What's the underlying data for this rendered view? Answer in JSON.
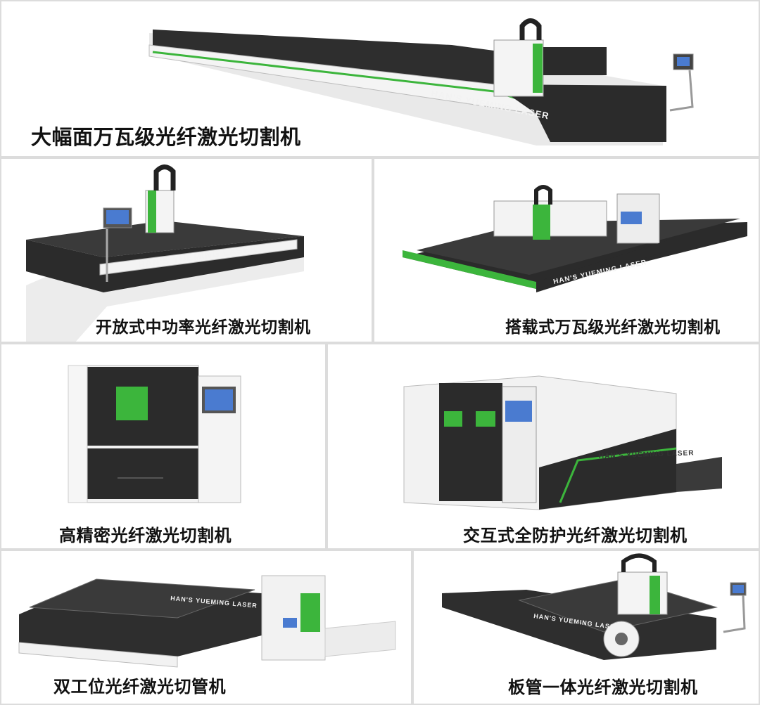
{
  "colors": {
    "accent_green": "#3cb53c",
    "machine_dark": "#2b2b2b",
    "panel_bg": "#ffffff",
    "frame": "#dcdcdc"
  },
  "brand_text": "HAN'S YUEMING LASER",
  "products": [
    {
      "caption": "大幅面万瓦级光纤激光切割机"
    },
    {
      "caption": "开放式中功率光纤激光切割机"
    },
    {
      "caption": "搭载式万瓦级光纤激光切割机"
    },
    {
      "caption": "高精密光纤激光切割机"
    },
    {
      "caption": "交互式全防护光纤激光切割机"
    },
    {
      "caption": "双工位光纤激光切管机"
    },
    {
      "caption": "板管一体光纤激光切割机"
    }
  ]
}
